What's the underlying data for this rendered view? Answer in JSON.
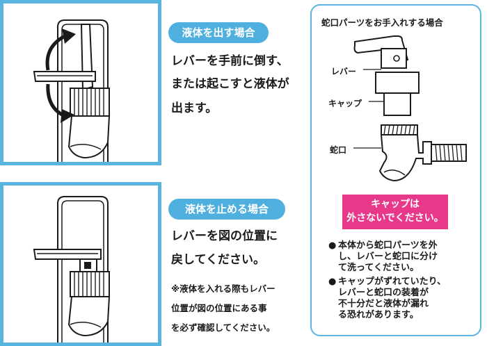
{
  "dispense_section": {
    "pill_label": "液体を出す場合",
    "text_lines": [
      "レバーを手前に倒す、",
      "または起こすと液体が",
      "出ます。"
    ]
  },
  "stop_section": {
    "pill_label": "液体を止める場合",
    "text_lines": [
      "レバーを図の位置に",
      "戻してください。"
    ],
    "note_lines": [
      "※液体を入れる際もレバー",
      "位置が図の位置にある事",
      "を必ず確認してください。"
    ]
  },
  "care_section": {
    "title": "蛇口パーツをお手入れする場合",
    "labels": {
      "lever": "レバー",
      "cap": "キャップ",
      "faucet": "蛇口"
    },
    "warning": {
      "line1": "キャップは",
      "line2": "外さないでください。"
    },
    "bullets": [
      {
        "mark": "●",
        "lines": [
          "本体から蛇口パーツを外",
          "し、レバーと蛇口に分け",
          "て洗ってください。"
        ]
      },
      {
        "mark": "●",
        "lines": [
          "キャップがずれていたり、",
          "レバーと蛇口の装着が",
          "不十分だと液体が漏れ",
          "る恐れがあります。"
        ]
      }
    ]
  },
  "colors": {
    "frame_blue": "#5ab4e0",
    "pill_blue": "#4fb0e0",
    "warning_pink": "#e8388a",
    "ink": "#1a1a1a"
  },
  "icons": [
    "rotate-arrows-icon",
    "faucet-illustration",
    "faucet-parts-illustration"
  ]
}
